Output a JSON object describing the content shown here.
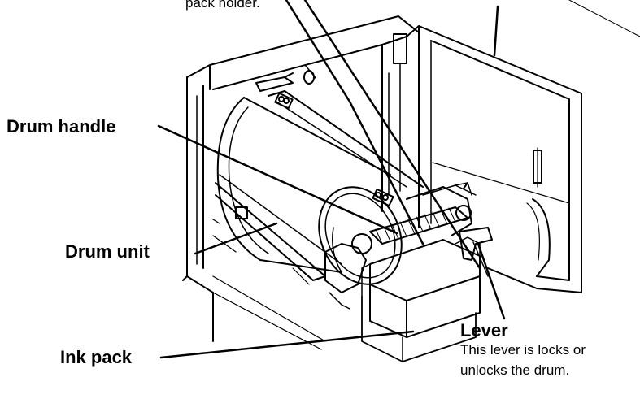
{
  "labels": {
    "top_holder": "pack holder.",
    "drum_handle": "Drum handle",
    "drum_unit": "Drum unit",
    "ink_pack": "Ink pack",
    "lever": "Lever",
    "lever_desc_1": "This lever is locks or",
    "lever_desc_2": "unlocks the drum."
  }
}
